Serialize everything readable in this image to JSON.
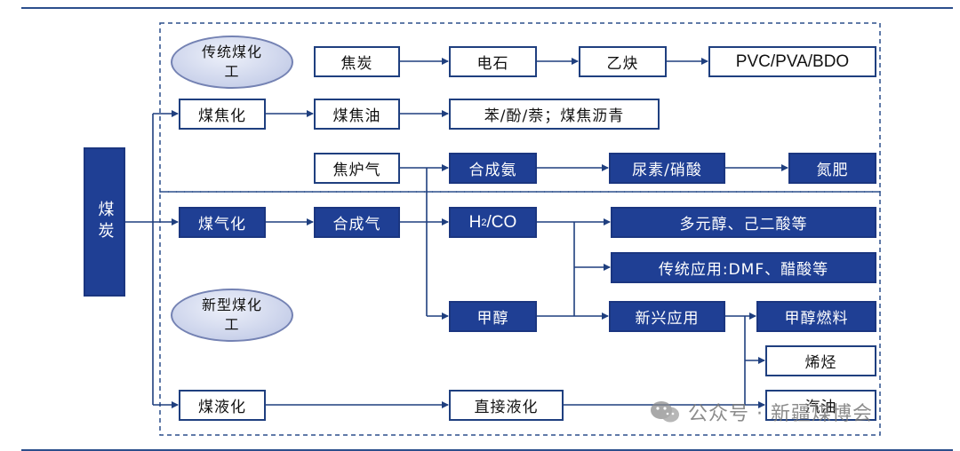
{
  "source": {
    "label": "煤炭"
  },
  "sections": {
    "traditional": "传统煤化工",
    "new": "新型煤化工"
  },
  "row1": {
    "a": "焦炭",
    "b": "电石",
    "c": "乙炔",
    "d": "PVC/PVA/BDO"
  },
  "row2": {
    "a": "煤焦化",
    "b": "煤焦油",
    "c": "苯/酚/萘；煤焦沥青"
  },
  "row3": {
    "a": "焦炉气",
    "b": "合成氨",
    "c": "尿素/硝酸",
    "d": "氮肥"
  },
  "row4": {
    "a": "煤气化",
    "b": "合成气",
    "c_main": "H",
    "c_sub": "2",
    "c_tail": "/CO",
    "d": "多元醇、己二酸等"
  },
  "row5": {
    "d": "传统应用:DMF、醋酸等"
  },
  "row6": {
    "b": "甲醇",
    "c": "新兴应用",
    "d": "甲醇燃料"
  },
  "row7": {
    "d": "烯烃"
  },
  "row8": {
    "a": "煤液化",
    "b": "直接液化",
    "d": "汽油"
  },
  "watermark": "公众号 · 新疆煤博会",
  "colors": {
    "dark_blue": "#1f3f94",
    "border": "#1f3f7f",
    "dashed": "#2b4f8c"
  },
  "icons": {
    "watermark": "wechat-icon"
  }
}
